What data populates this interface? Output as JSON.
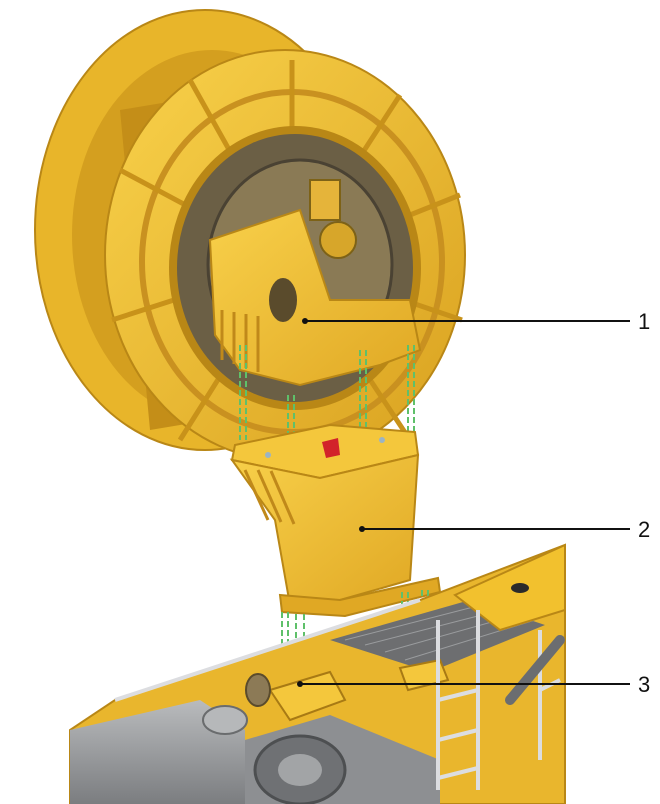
{
  "diagram": {
    "callouts": [
      {
        "id": "1",
        "label": "1"
      },
      {
        "id": "2",
        "label": "2"
      },
      {
        "id": "3",
        "label": "3"
      }
    ],
    "colors": {
      "yellow": "#f2c12e",
      "yellow_light": "#f8d45a",
      "yellow_dark": "#c8921a",
      "machinery_grey": "#8d8f92",
      "dark": "#3c3a35",
      "guide_green": "#5fc06a",
      "accent_red": "#d2232a"
    },
    "parts": [
      "cable-reel",
      "upper-bracket",
      "lower-bracket",
      "machine-deck"
    ]
  }
}
